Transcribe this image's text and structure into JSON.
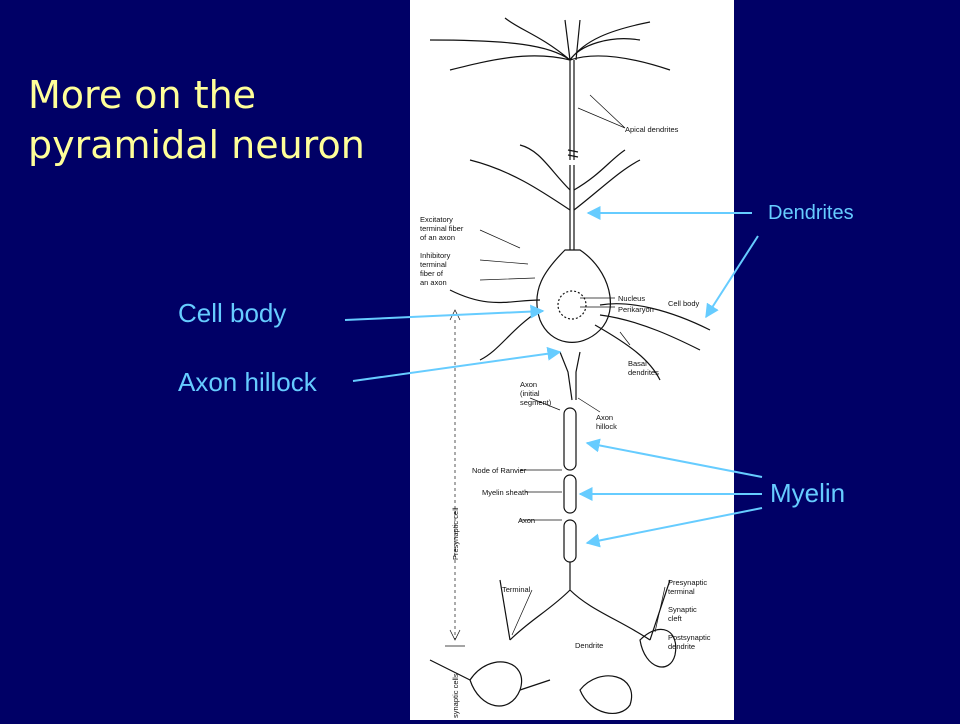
{
  "slide": {
    "title_line1": "More on the",
    "title_line2": "pyramidal neuron",
    "background": "#000066",
    "title_color": "#ffff99",
    "callout_color": "#66ccff"
  },
  "callouts": {
    "dendrites": "Dendrites",
    "cell_body": "Cell body",
    "axon_hillock": "Axon hillock",
    "myelin": "Myelin"
  },
  "figure_labels": {
    "apical_dendrites": "Apical dendrites",
    "excitatory": [
      "Excitatory",
      "terminal fiber",
      "of an axon"
    ],
    "inhibitory": [
      "Inhibitory",
      "terminal",
      "fiber of",
      "an axon"
    ],
    "nucleus": "Nucleus",
    "perikaryon": "Perikaryon",
    "cell_body": "Cell body",
    "basal": [
      "Basal",
      "dendrites"
    ],
    "axon_initial": [
      "Axon",
      "(initial",
      "segment)"
    ],
    "axon_hillock": [
      "Axon",
      "hillock"
    ],
    "node_of_ranvier": "Node of Ranvier",
    "myelin_sheath": "Myelin sheath",
    "axon": "Axon",
    "presynaptic_cell": "Presynaptic cell",
    "terminal": "Terminal",
    "presynaptic_terminal": [
      "Presynaptic",
      "terminal"
    ],
    "synaptic_cleft": [
      "Synaptic",
      "cleft"
    ],
    "postsynaptic_dendrite": [
      "Postsynaptic",
      "dendrite"
    ],
    "dendrite": "Dendrite",
    "postsynaptic_cells": "synaptic cells"
  }
}
